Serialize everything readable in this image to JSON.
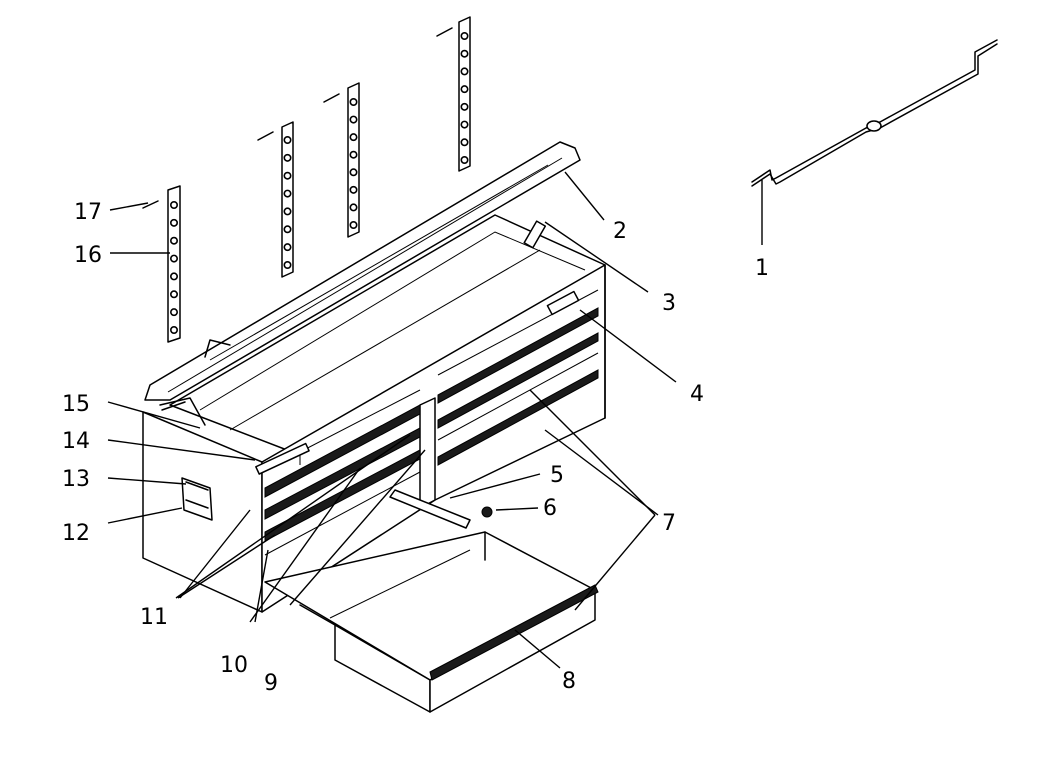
{
  "callouts": [
    {
      "id": "1",
      "part": "lid-stay"
    },
    {
      "id": "2",
      "part": "lid"
    },
    {
      "id": "3",
      "part": "lid-hinge"
    },
    {
      "id": "4",
      "part": "label-plate"
    },
    {
      "id": "5",
      "part": "drawer-slide"
    },
    {
      "id": "6",
      "part": "screw"
    },
    {
      "id": "7",
      "part": "drawer-liner"
    },
    {
      "id": "8",
      "part": "drawer"
    },
    {
      "id": "9",
      "part": "divider"
    },
    {
      "id": "10",
      "part": "drawer-trim"
    },
    {
      "id": "11",
      "part": "drawer-trim-strip"
    },
    {
      "id": "12",
      "part": "handle"
    },
    {
      "id": "13",
      "part": "handle-bracket"
    },
    {
      "id": "14",
      "part": "lock-bar"
    },
    {
      "id": "15",
      "part": "lid-support"
    },
    {
      "id": "16",
      "part": "hinge-strip"
    },
    {
      "id": "17",
      "part": "hinge-pin"
    }
  ]
}
